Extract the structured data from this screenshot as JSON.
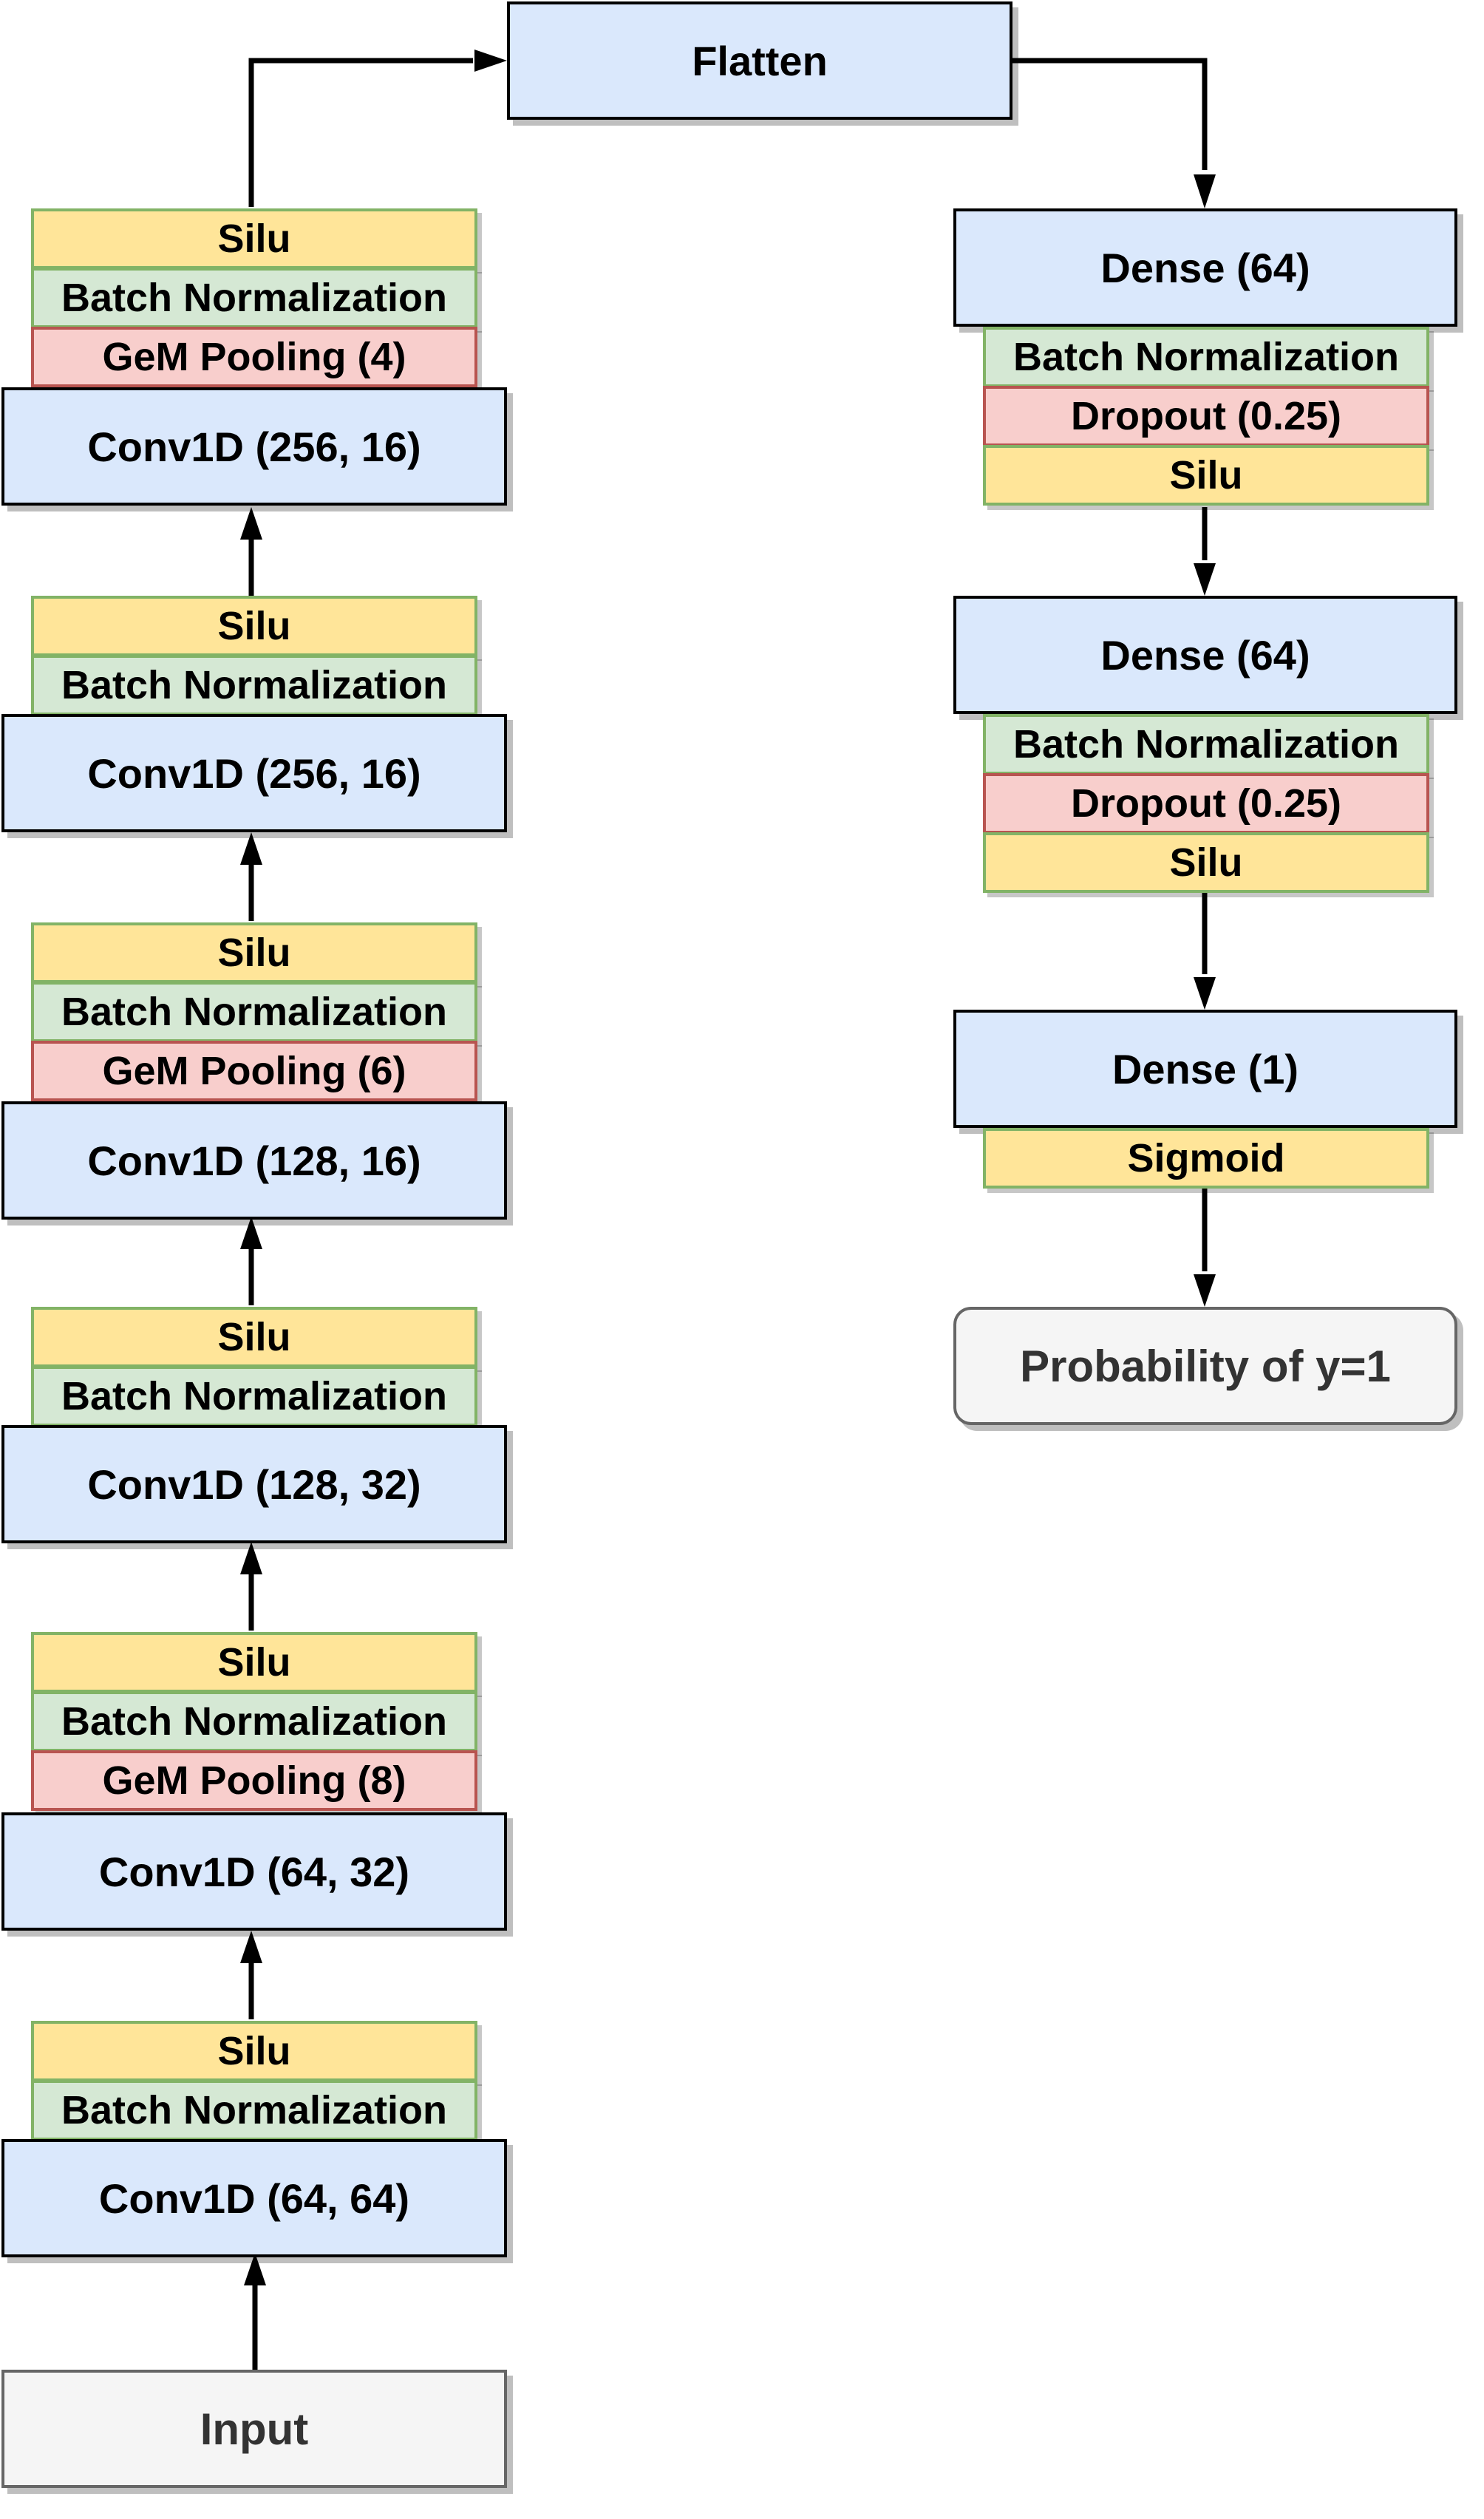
{
  "flatten": "Flatten",
  "input": "Input",
  "output": "Probability of y=1",
  "conv_blocks": [
    {
      "conv": "Conv1D (64, 64)",
      "bn": "Batch Normalization",
      "act": "Silu"
    },
    {
      "conv": "Conv1D (64, 32)",
      "pool": "GeM Pooling (8)",
      "bn": "Batch Normalization",
      "act": "Silu"
    },
    {
      "conv": "Conv1D (128, 32)",
      "bn": "Batch Normalization",
      "act": "Silu"
    },
    {
      "conv": "Conv1D (128, 16)",
      "pool": "GeM Pooling (6)",
      "bn": "Batch Normalization",
      "act": "Silu"
    },
    {
      "conv": "Conv1D (256, 16)",
      "bn": "Batch Normalization",
      "act": "Silu"
    },
    {
      "conv": "Conv1D (256, 16)",
      "pool": "GeM Pooling (4)",
      "bn": "Batch Normalization",
      "act": "Silu"
    }
  ],
  "dense_blocks": [
    {
      "dense": "Dense (64)",
      "bn": "Batch Normalization",
      "dropout": "Dropout (0.25)",
      "act": "Silu"
    },
    {
      "dense": "Dense (64)",
      "bn": "Batch Normalization",
      "dropout": "Dropout (0.25)",
      "act": "Silu"
    },
    {
      "dense": "Dense (1)",
      "act": "Sigmoid"
    }
  ],
  "colors": {
    "main_fill": "#dae8fc",
    "activation_fill": "#ffe599",
    "batchnorm_fill": "#d5e8d4",
    "pooling_fill": "#f8cecc",
    "io_fill": "#f5f5f5",
    "arrow": "#000000"
  }
}
